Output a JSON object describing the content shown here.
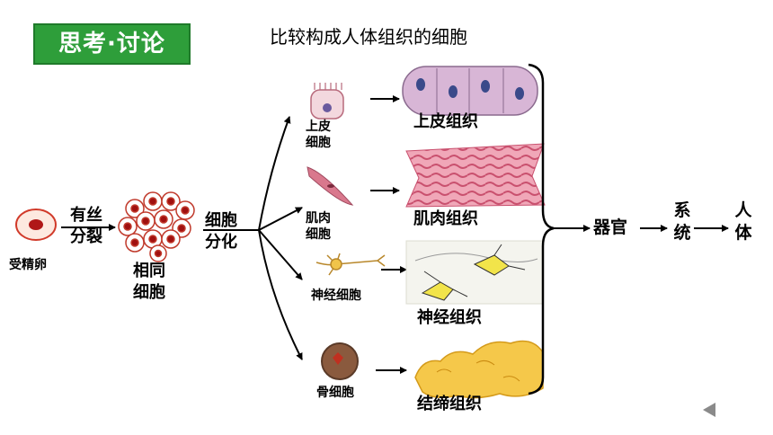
{
  "badge": "思考·讨论",
  "title": "比较构成人体组织的细胞",
  "zygote_label": "受精卵",
  "mitosis_label": [
    "有丝",
    "分裂"
  ],
  "same_cells_label": [
    "相同",
    "细胞"
  ],
  "differentiation_label": [
    "细胞",
    "分化"
  ],
  "cells": [
    {
      "label": [
        "上皮",
        "细胞"
      ],
      "tissue": "上皮组织"
    },
    {
      "label": [
        "肌肉",
        "细胞"
      ],
      "tissue": "肌肉组织"
    },
    {
      "label": [
        "神经细胞"
      ],
      "tissue": "神经组织"
    },
    {
      "label": [
        "骨细胞"
      ],
      "tissue": "结缔组织"
    }
  ],
  "organ": "器官",
  "system": "系统",
  "body": "人体"
}
